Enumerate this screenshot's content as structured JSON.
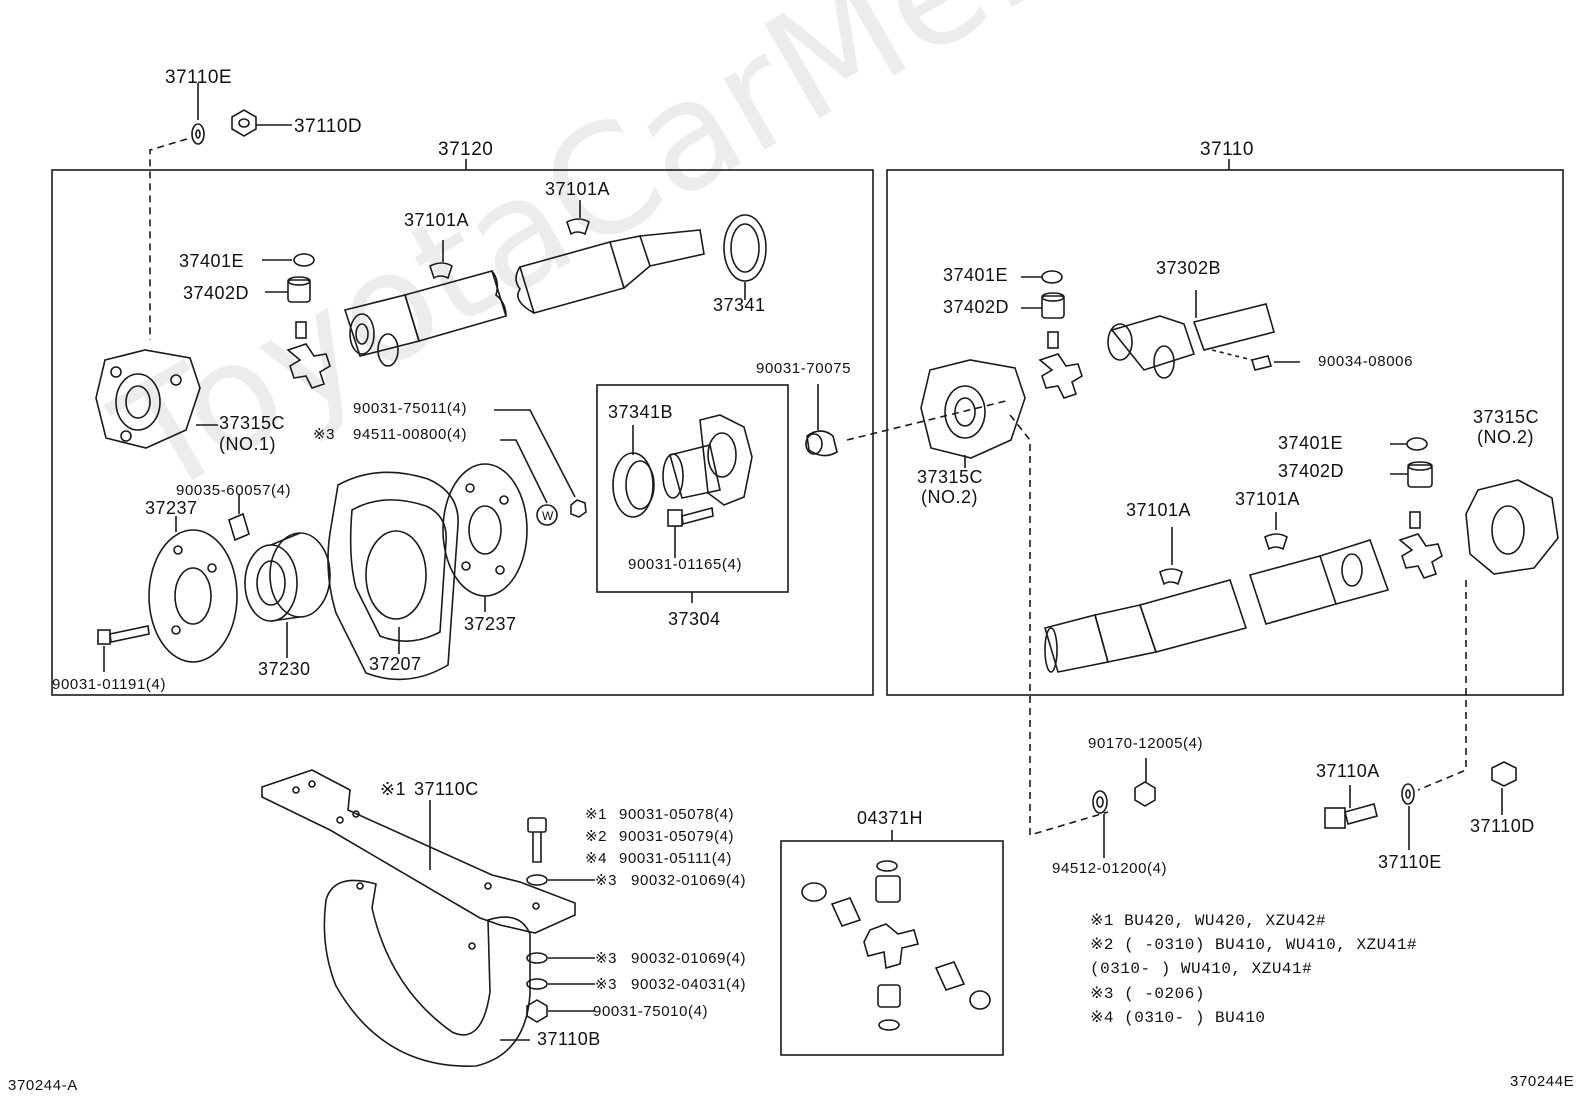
{
  "watermark": "ToyotaCarMe.ru",
  "footer": {
    "left_code": "370244-A",
    "right_code": "370244E"
  },
  "parts": {
    "p37110E_top": "37110E",
    "p37110D_top": "37110D",
    "p37120": "37120",
    "p37110": "37110",
    "p37101A_1": "37101A",
    "p37101A_2": "37101A",
    "p37341": "37341",
    "p37401E_l": "37401E",
    "p37402D_l": "37402D",
    "p37315C_l": "37315C",
    "no1": "(NO.1)",
    "p90031_75011": "90031-75011(4)",
    "mark3_a": "※3",
    "p94511_00800": "94511-00800(4)",
    "p90035_60057": "90035-60057(4)",
    "p37237_l": "37237",
    "p37230": "37230",
    "p37207": "37207",
    "p37237_m": "37237",
    "p90031_01191": "90031-01191(4)",
    "p37341B": "37341B",
    "p90031_01165": "90031-01165(4)",
    "p37304": "37304",
    "p90031_70075": "90031-70075",
    "p37401E_r": "37401E",
    "p37402D_r": "37402D",
    "p37302B": "37302B",
    "p90034_08006": "90034-08006",
    "p37315C_m": "37315C",
    "no2_m": "(NO.2)",
    "p37315C_r": "37315C",
    "no2_r": "(NO.2)",
    "p37401E_r2": "37401E",
    "p37402D_r2": "37402D",
    "p37101A_3": "37101A",
    "p37101A_4": "37101A",
    "mark1_c": "※1",
    "p37110C": "37110C",
    "b_mark1": "※1",
    "b_90031_05078": "90031-05078(4)",
    "b_mark2": "※2",
    "b_90031_05079": "90031-05079(4)",
    "b_mark4": "※4",
    "b_90031_05111": "90031-05111(4)",
    "b_mark3a": "※3",
    "b_90032_01069a": "90032-01069(4)",
    "b_mark3b": "※3",
    "b_90032_01069b": "90032-01069(4)",
    "b_mark3c": "※3",
    "b_90032_04031": "90032-04031(4)",
    "b_90031_75010": "90031-75010(4)",
    "p37110B": "37110B",
    "p04371H": "04371H",
    "p90170_12005": "90170-12005(4)",
    "p94512_01200": "94512-01200(4)",
    "p37110A": "37110A",
    "p37110E_r": "37110E",
    "p37110D_r": "37110D"
  },
  "notes": [
    "※1 BU420, WU420, XZU42#",
    "※2 (     -0310) BU410, WU410, XZU41#",
    "   (0310-     ) WU410, XZU41#",
    "※3 (     -0206)",
    "※4 (0310-     ) BU410"
  ]
}
